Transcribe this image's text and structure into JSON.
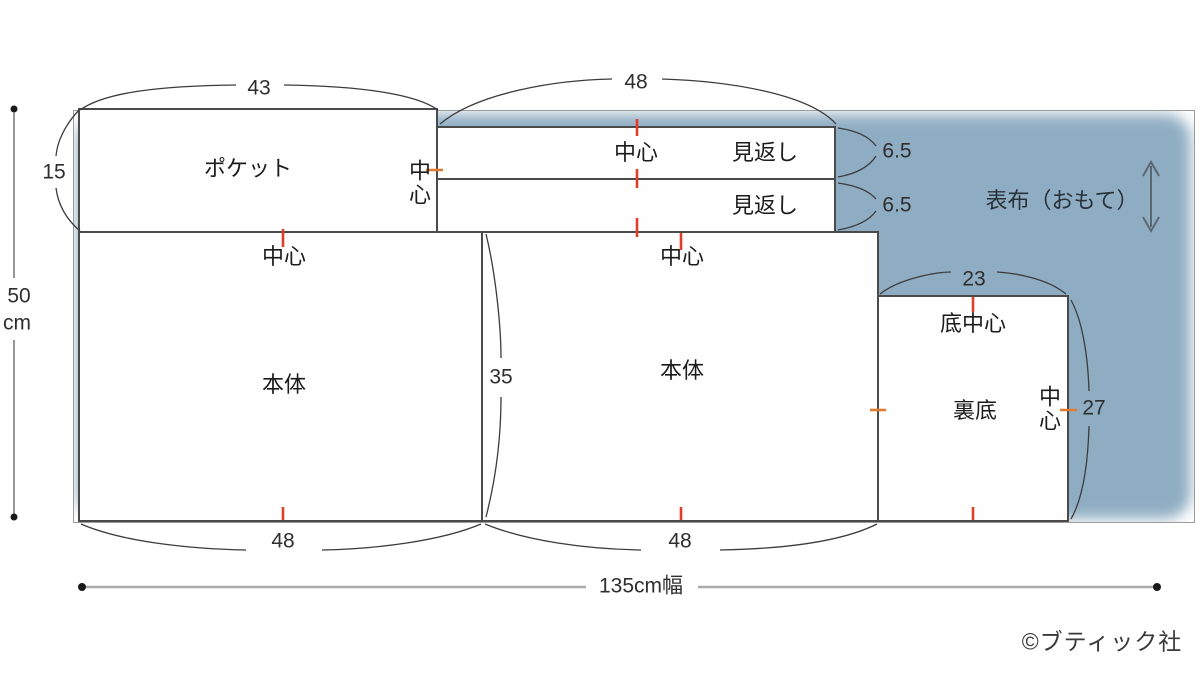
{
  "diagram": {
    "fabric_label": "表布（おもて）",
    "credit": "©ブティック社"
  },
  "pieces": {
    "pocket": {
      "label": "ポケット",
      "center_mark": "中心"
    },
    "facing_top": {
      "label": "見返し",
      "center_mark": "中心"
    },
    "facing_bottom": {
      "label": "見返し"
    },
    "body_left": {
      "label": "本体",
      "center_mark": "中心"
    },
    "body_right": {
      "label": "本体",
      "center_mark": "中心"
    },
    "lining_bottom": {
      "label": "裏底",
      "bottom_center_mark": "底中心",
      "center_mark": "中心"
    }
  },
  "dimensions": {
    "pocket_width": "43",
    "pocket_height": "15",
    "facing_width": "48",
    "facing_top_height": "6.5",
    "facing_bottom_height": "6.5",
    "fabric_height_value": "50",
    "fabric_height_unit": "cm",
    "body_height": "35",
    "body_left_width": "48",
    "body_right_width": "48",
    "lining_width": "23",
    "lining_height": "27",
    "fabric_width": "135cm幅"
  },
  "colors": {
    "fabric": "#8fadc2",
    "notch_red": "#e23d28",
    "notch_orange": "#e07b2f"
  }
}
